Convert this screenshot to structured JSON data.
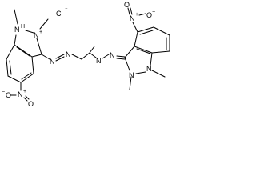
{
  "molecule": {
    "counterion": "Cl",
    "counterion_charge": "⁻",
    "atoms": {
      "n1_left": "N",
      "n2_left": "N",
      "n1_right": "N",
      "n2_right": "N",
      "azo_n1": "N",
      "azo_n2": "N",
      "azo_n3": "N",
      "azo_n4": "N",
      "nitro_left_n": "N",
      "nitro_left_o1": "O",
      "nitro_left_o2": "O",
      "nitro_right_n": "N",
      "nitro_right_o1": "O",
      "nitro_right_o2": "O"
    },
    "charges": {
      "n2_left_plus": "+",
      "nitro_left_plus": "+",
      "nitro_left_minus": "−",
      "nitro_right_plus": "+",
      "nitro_right_minus": "−"
    }
  }
}
